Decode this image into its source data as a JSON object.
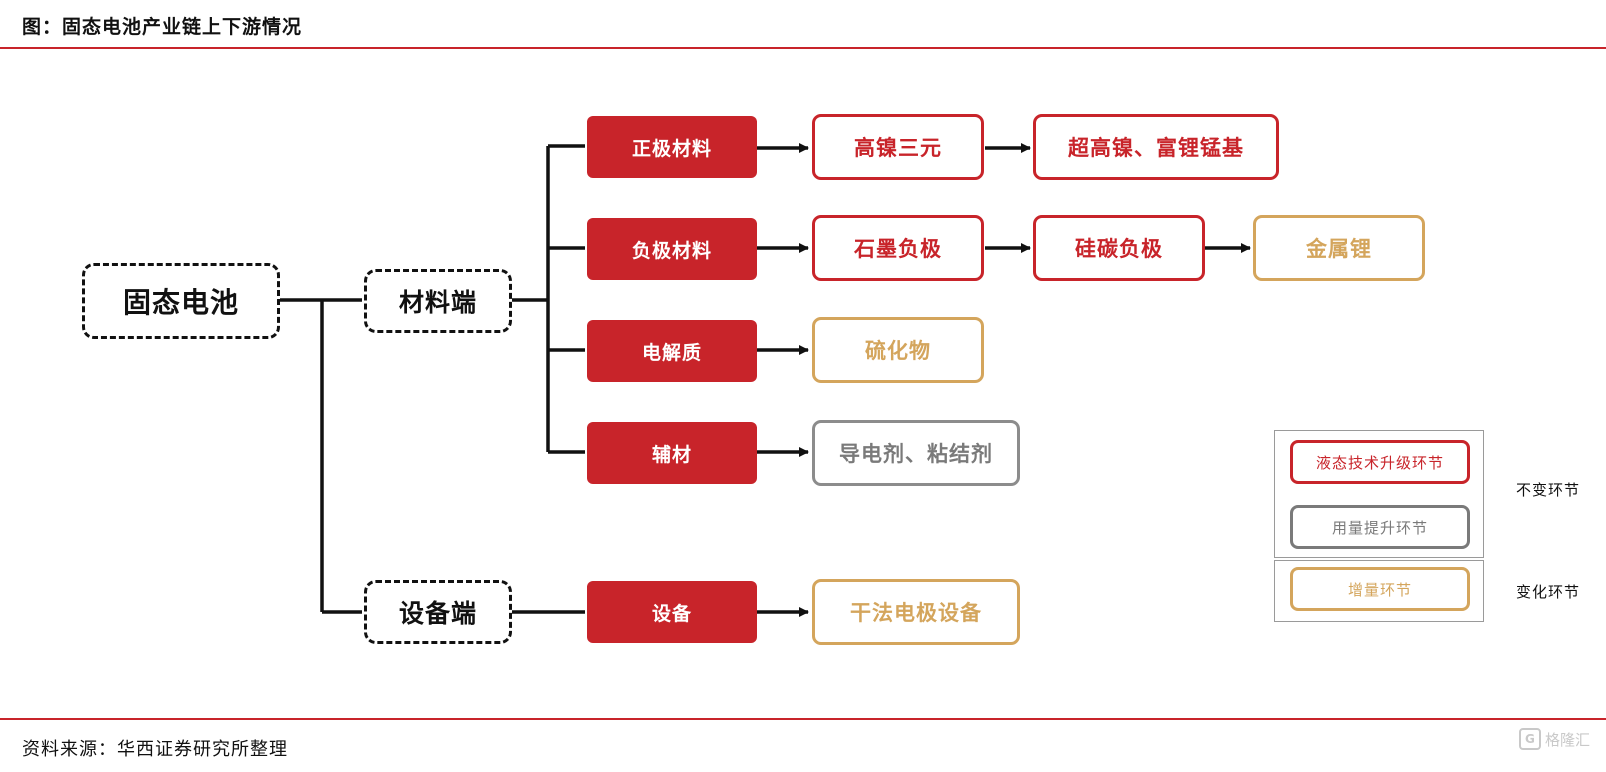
{
  "title": "图：固态电池产业链上下游情况",
  "source": "资料来源：华西证券研究所整理",
  "watermark": {
    "mark": "G",
    "text": "格隆汇"
  },
  "colors": {
    "accent_red": "#c8242a",
    "gold": "#d4a55c",
    "gray": "#8c8c8c",
    "line": "#111111"
  },
  "diagram": {
    "root": "固态电池",
    "materials_end": "材料端",
    "equipment_end": "设备端",
    "categories": {
      "cathode": "正极材料",
      "anode": "负极材料",
      "electrolyte": "电解质",
      "auxiliary": "辅材",
      "equipment": "设备"
    },
    "cathode_chain": [
      "高镍三元",
      "超高镍、富锂锰基"
    ],
    "anode_chain": [
      "石墨负极",
      "硅碳负极",
      "金属锂"
    ],
    "electrolyte_chain": [
      "硫化物"
    ],
    "auxiliary_chain": [
      "导电剂、粘结剂"
    ],
    "equipment_chain": [
      "干法电极设备"
    ]
  },
  "legend": {
    "items": [
      "液态技术升级环节",
      "用量提升环节",
      "增量环节"
    ],
    "groups": [
      "不变环节",
      "变化环节"
    ]
  }
}
